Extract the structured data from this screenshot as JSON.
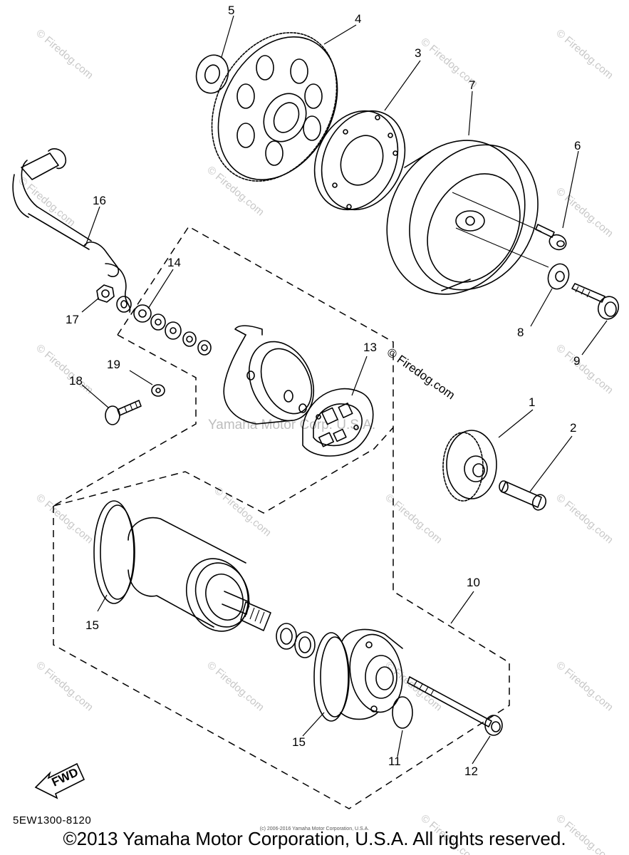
{
  "watermark": {
    "site_text": "© Firedog.com",
    "center_text": "Yamaha Motor Corp. U.S.A."
  },
  "callouts": {
    "c1": "1",
    "c2": "2",
    "c3": "3",
    "c4": "4",
    "c5": "5",
    "c6": "6",
    "c7": "7",
    "c8": "8",
    "c9": "9",
    "c10": "10",
    "c11": "11",
    "c12": "12",
    "c13": "13",
    "c14": "14",
    "c15a": "15",
    "c15b": "15",
    "c16": "16",
    "c17": "17",
    "c18": "18",
    "c19": "19"
  },
  "fwd_label": "FWD",
  "diagram_code": "5EW1300-8120",
  "small_copyright": "(c) 2006-2016 Yamaha Motor Corporation, U.S.A.",
  "copyright": "©2013 Yamaha Motor Corporation, U.S.A. All rights reserved."
}
